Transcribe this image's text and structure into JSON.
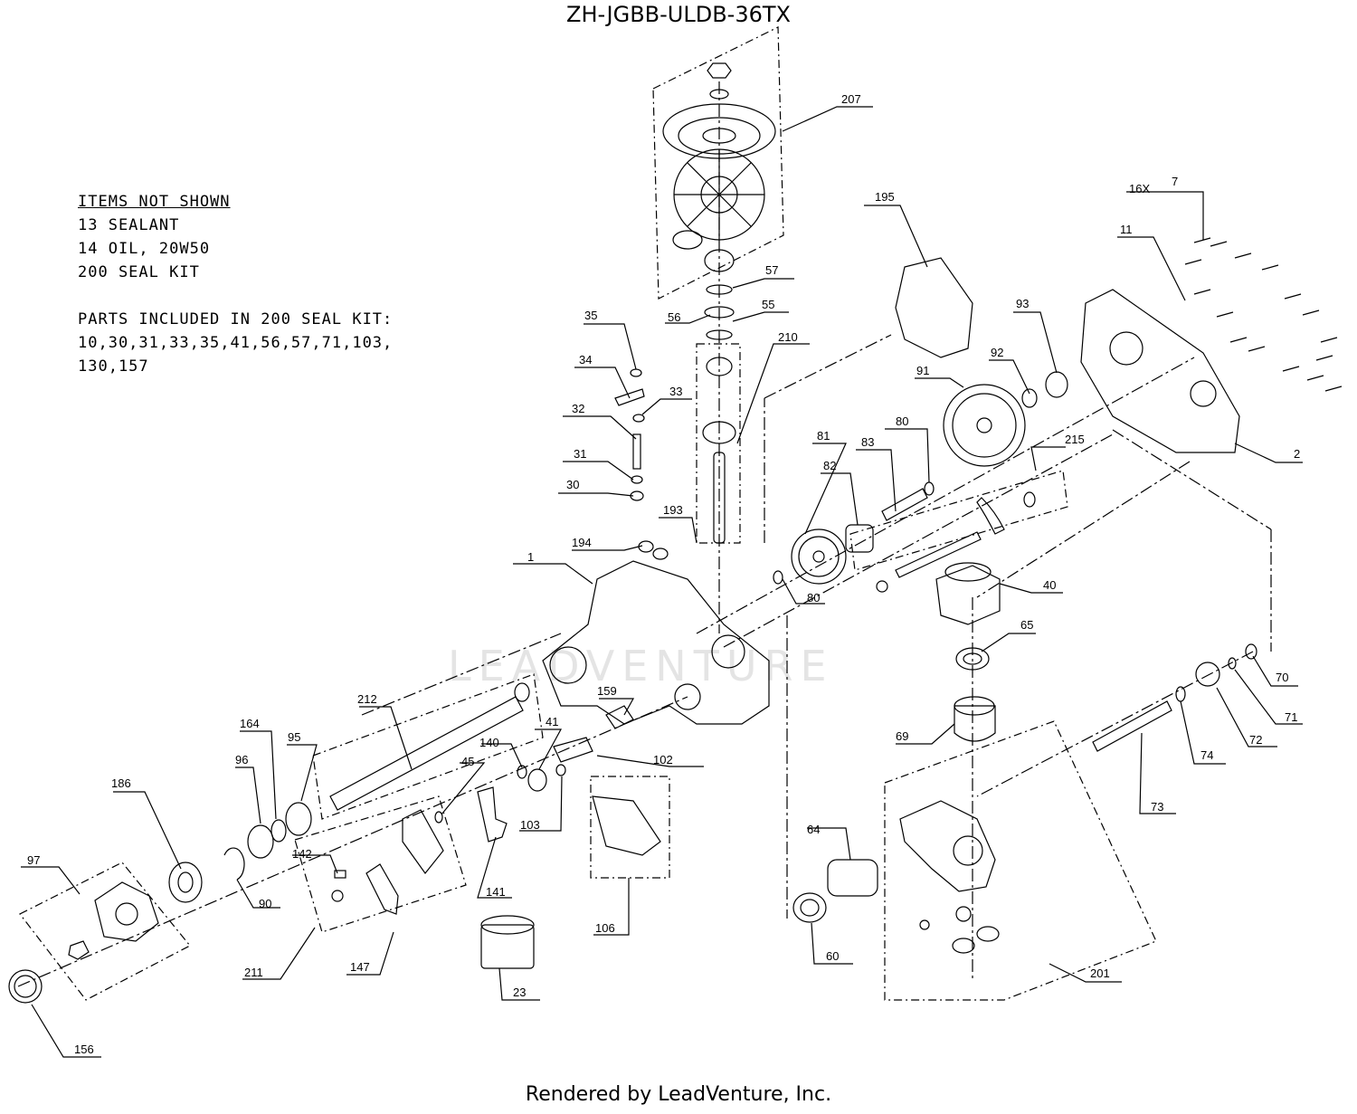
{
  "title": "ZH-JGBB-ULDB-36TX",
  "footer": "Rendered by LeadVenture, Inc.",
  "watermark": "LEADVENTURE",
  "notes": [
    "ITEMS NOT SHOWN",
    "13 SEALANT",
    "14 OIL, 20W50",
    "200 SEAL KIT",
    "",
    "PARTS INCLUDED IN 200 SEAL KIT:",
    "10,30,31,33,35,41,56,57,71,103,",
    "130,157"
  ],
  "callouts": {
    "c207": "207",
    "c195": "195",
    "c16x": "16X",
    "c7": "7",
    "c11": "11",
    "c57": "57",
    "c55": "55",
    "c56": "56",
    "c35": "35",
    "c210": "210",
    "c93": "93",
    "c92": "92",
    "c34": "34",
    "c33": "33",
    "c91": "91",
    "c32": "32",
    "c80a": "80",
    "c81": "81",
    "c83": "83",
    "c215": "215",
    "c2": "2",
    "c82": "82",
    "c31": "31",
    "c30": "30",
    "c193": "193",
    "c194": "194",
    "c1": "1",
    "c40": "40",
    "c80b": "80",
    "c65": "65",
    "c212": "212",
    "c70": "70",
    "c159": "159",
    "c41": "41",
    "c71": "71",
    "c164": "164",
    "c95": "95",
    "c96": "96",
    "c69": "69",
    "c140": "140",
    "c102": "102",
    "c74": "74",
    "c72": "72",
    "c45": "45",
    "c186": "186",
    "c73": "73",
    "c103": "103",
    "c64": "64",
    "c142": "142",
    "c97": "97",
    "c90": "90",
    "c141": "141",
    "c106": "106",
    "c60": "60",
    "c211": "211",
    "c147": "147",
    "c201": "201",
    "c23": "23",
    "c156": "156"
  }
}
